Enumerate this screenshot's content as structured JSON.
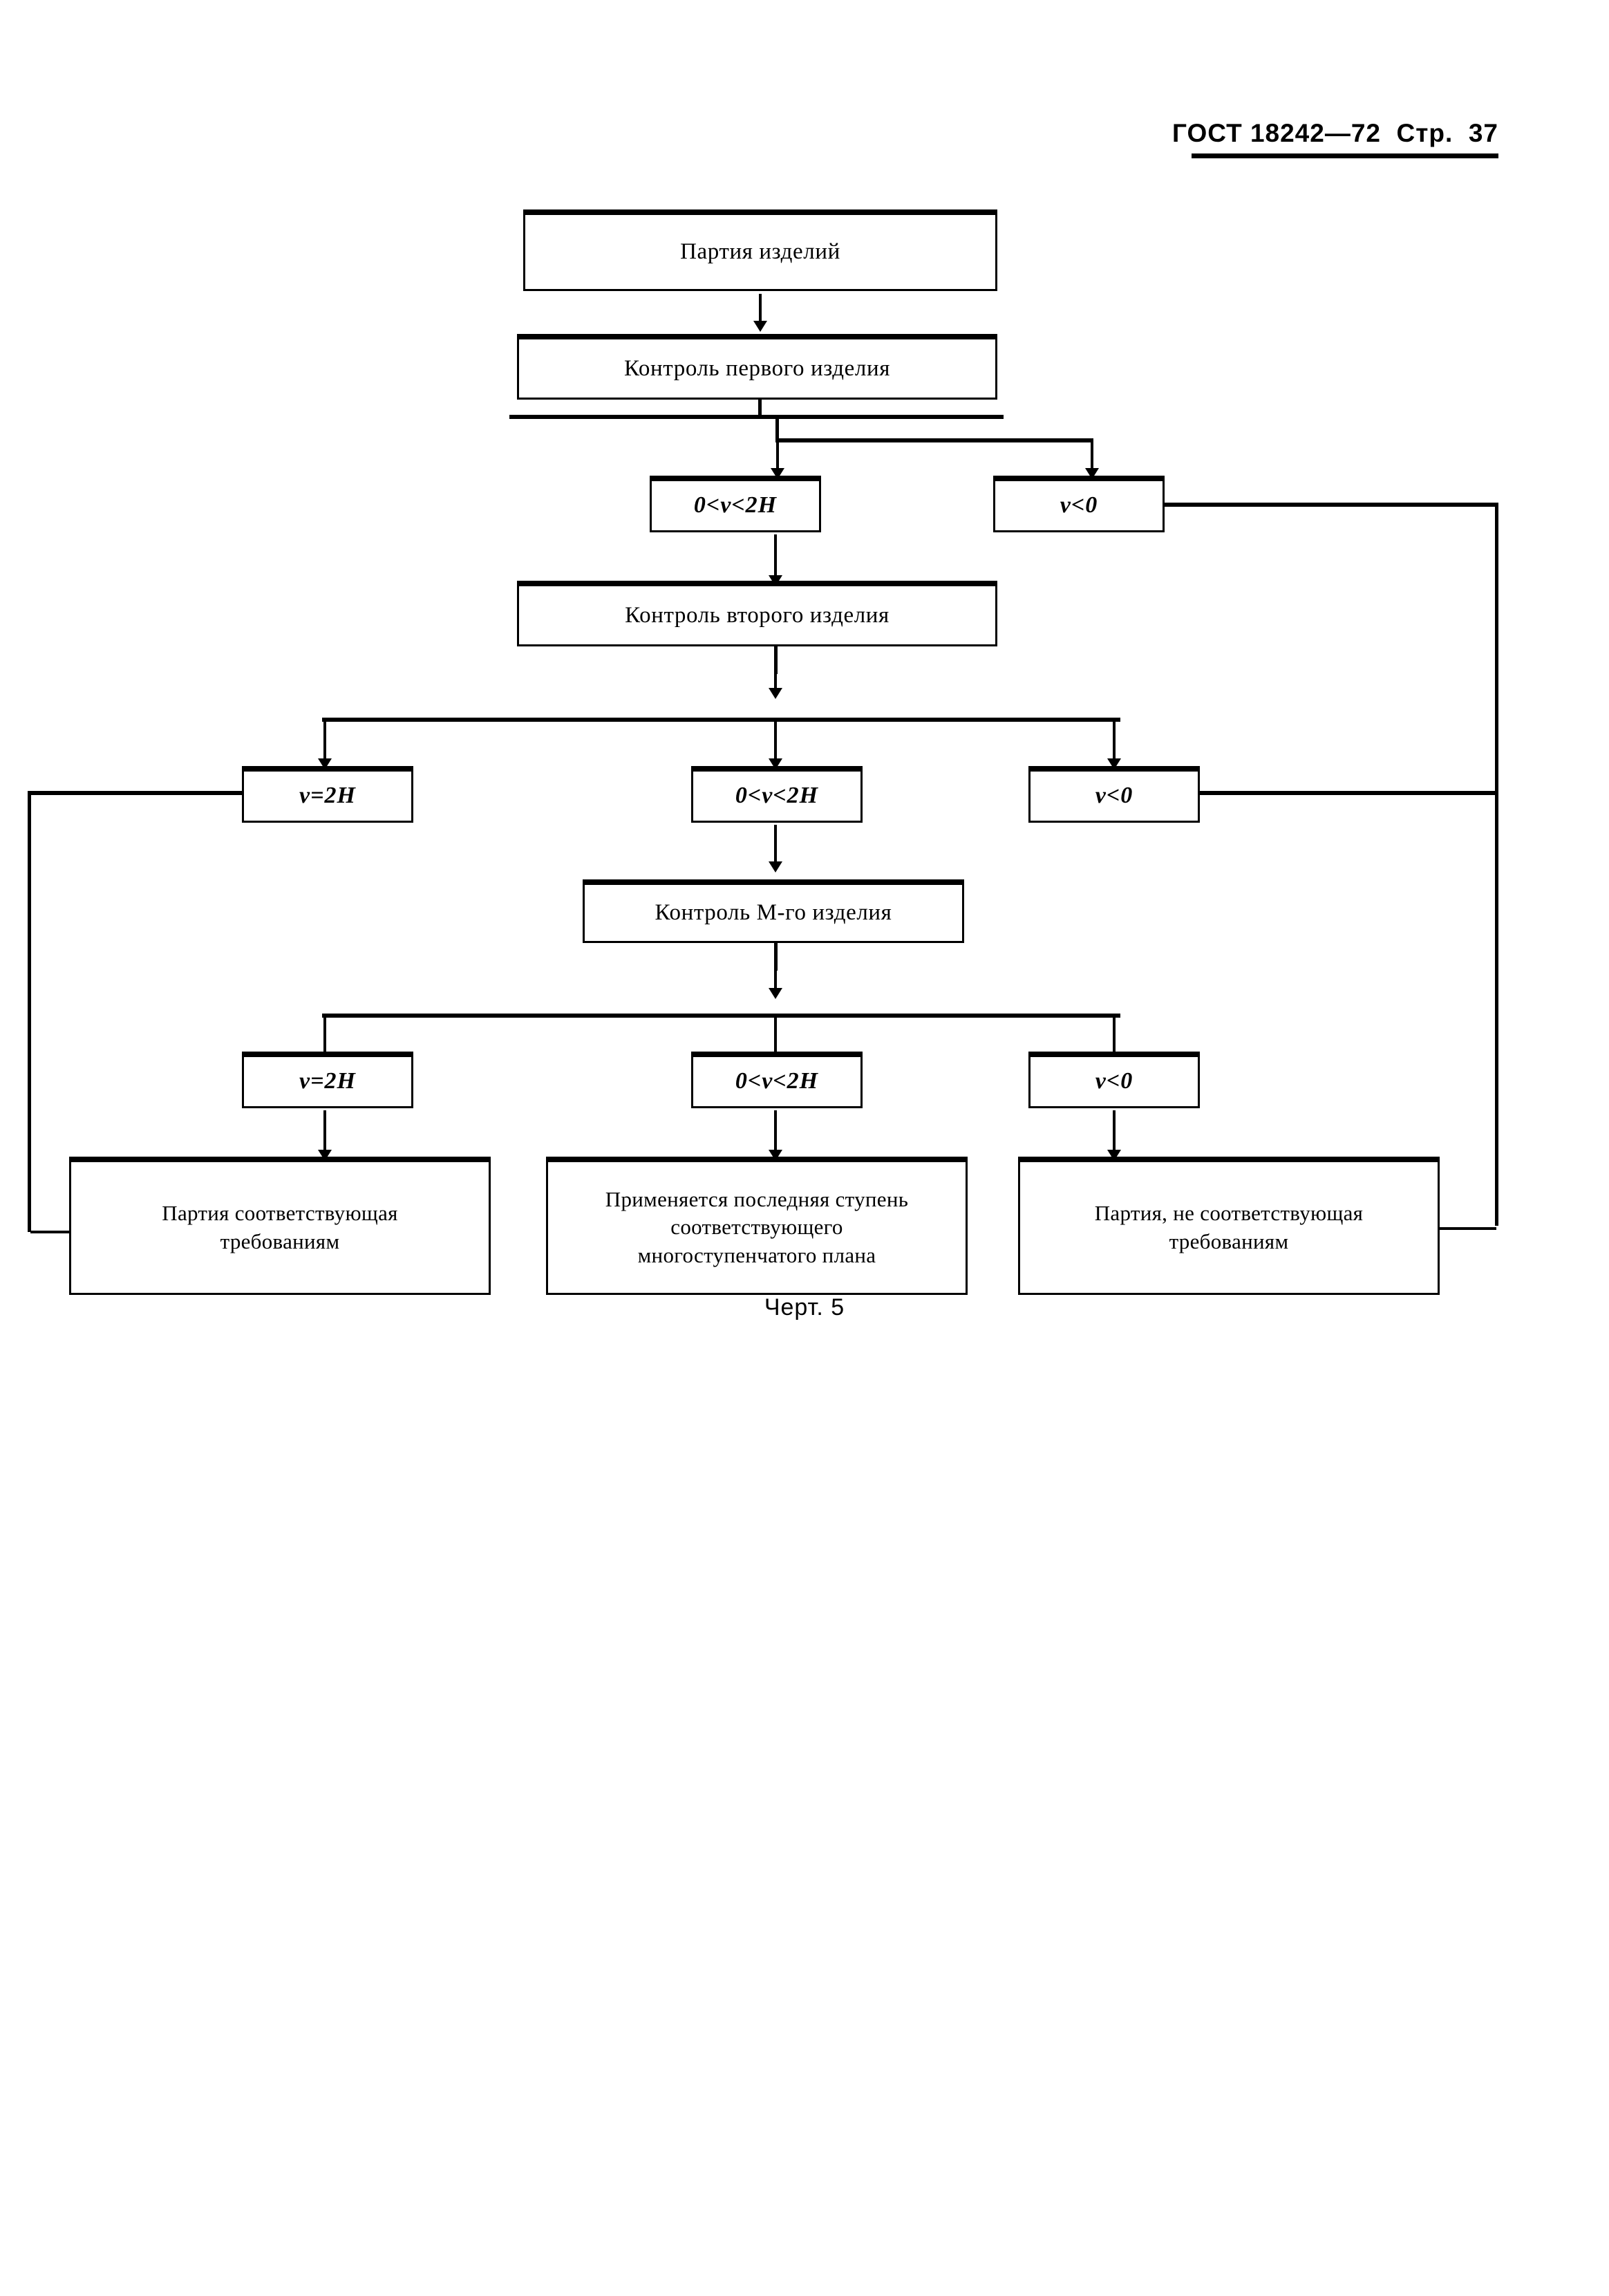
{
  "page": {
    "header_text": "ГОСТ 18242—72  Стр.  37",
    "caption": "Черт. 5"
  },
  "chart_data": {
    "type": "diagram",
    "title": "Черт. 5",
    "nodes": [
      {
        "id": "lot",
        "kind": "process",
        "label": "Партия изделий"
      },
      {
        "id": "check1",
        "kind": "process",
        "label": "Контроль первого изделия"
      },
      {
        "id": "c1a",
        "kind": "condition",
        "label": "0<v<2H"
      },
      {
        "id": "c1b",
        "kind": "condition",
        "label": "v<0"
      },
      {
        "id": "check2",
        "kind": "process",
        "label": "Контроль второго изделия"
      },
      {
        "id": "c2a",
        "kind": "condition",
        "label": "v=2H"
      },
      {
        "id": "c2b",
        "kind": "condition",
        "label": "0<v<2H"
      },
      {
        "id": "c2c",
        "kind": "condition",
        "label": "v<0"
      },
      {
        "id": "checkM",
        "kind": "process",
        "label": "Контроль М-го изделия"
      },
      {
        "id": "c3a",
        "kind": "condition",
        "label": "v=2H"
      },
      {
        "id": "c3b",
        "kind": "condition",
        "label": "0<v<2H"
      },
      {
        "id": "c3c",
        "kind": "condition",
        "label": "v<0"
      },
      {
        "id": "accept",
        "kind": "result",
        "label": "Партия соответствующая\nтребованиям"
      },
      {
        "id": "continue",
        "kind": "result",
        "label": "Применяется последняя ступень\nсоответствующего\nмногоступенчатого плана"
      },
      {
        "id": "reject",
        "kind": "result",
        "label": "Партия, не соответствующая\nтребованиям"
      }
    ],
    "edges": [
      {
        "from": "lot",
        "to": "check1"
      },
      {
        "from": "check1",
        "to": "c1a"
      },
      {
        "from": "check1",
        "to": "c1b"
      },
      {
        "from": "c1a",
        "to": "check2"
      },
      {
        "from": "c1b",
        "to": "reject"
      },
      {
        "from": "check2",
        "to": "c2a"
      },
      {
        "from": "check2",
        "to": "c2b"
      },
      {
        "from": "check2",
        "to": "c2c"
      },
      {
        "from": "c2a",
        "to": "accept"
      },
      {
        "from": "c2b",
        "to": "checkM"
      },
      {
        "from": "c2c",
        "to": "reject"
      },
      {
        "from": "checkM",
        "to": "c3a"
      },
      {
        "from": "checkM",
        "to": "c3b"
      },
      {
        "from": "checkM",
        "to": "c3c"
      },
      {
        "from": "c3a",
        "to": "accept"
      },
      {
        "from": "c3b",
        "to": "continue"
      },
      {
        "from": "c3c",
        "to": "reject"
      }
    ]
  }
}
